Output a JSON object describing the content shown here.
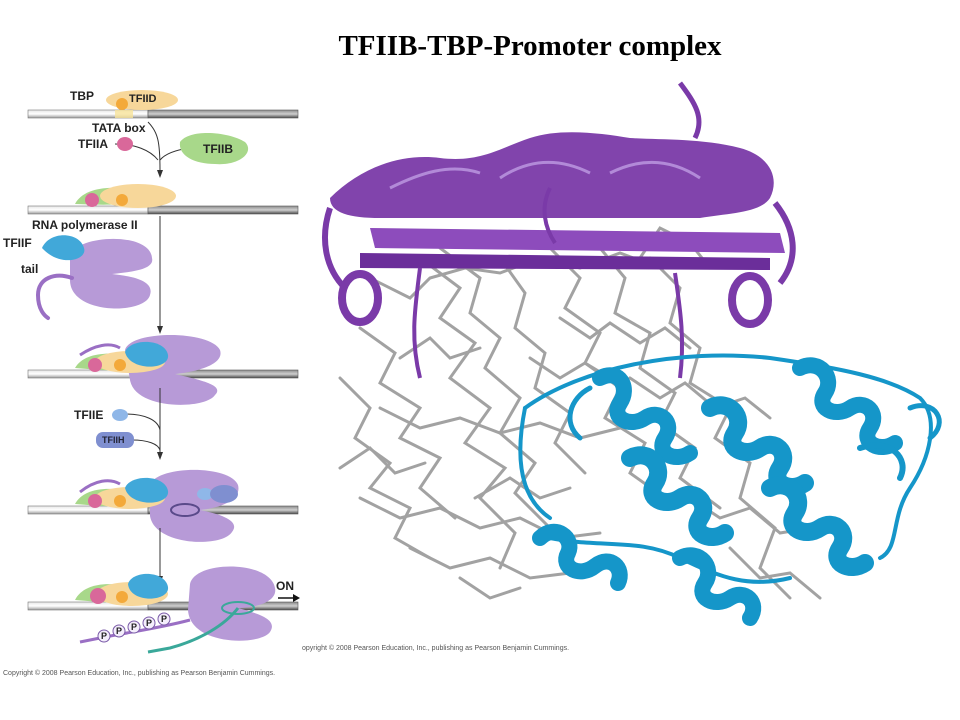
{
  "title": "TFIIB-TBP-Promoter complex",
  "left_figure": {
    "labels": {
      "tbp": "TBP",
      "tfiid": "TFIID",
      "tata_box": "TATA box",
      "tfiia": "TFIIA",
      "tfiib": "TFIIB",
      "rna_pol": "RNA polymerase II",
      "tfiif": "TFIIF",
      "tail": "tail",
      "tfiie": "TFIIE",
      "tfiih": "TFIIH",
      "on": "ON",
      "phosphate": "P"
    },
    "copyright": "Copyright © 2008 Pearson Education, Inc., publishing as Pearson Benjamin Cummings."
  },
  "right_figure": {
    "copyright": "opyright © 2008 Pearson Education, Inc., publishing as Pearson Benjamin Cummings."
  },
  "colors": {
    "tbp": "#f3a93a",
    "tfiid": "#f7d79a",
    "tfiia": "#d9689a",
    "tfiib": "#a8d88a",
    "pol2": "#b79ad7",
    "tfiif": "#41a8d9",
    "tfiie": "#8fb7e8",
    "tfiih": "#7f8fd0",
    "tbp_protein": "#7a3aa8",
    "tfiib_protein": "#1596c9",
    "dna": "#9a9a9a",
    "rna": "#3aa89a"
  }
}
